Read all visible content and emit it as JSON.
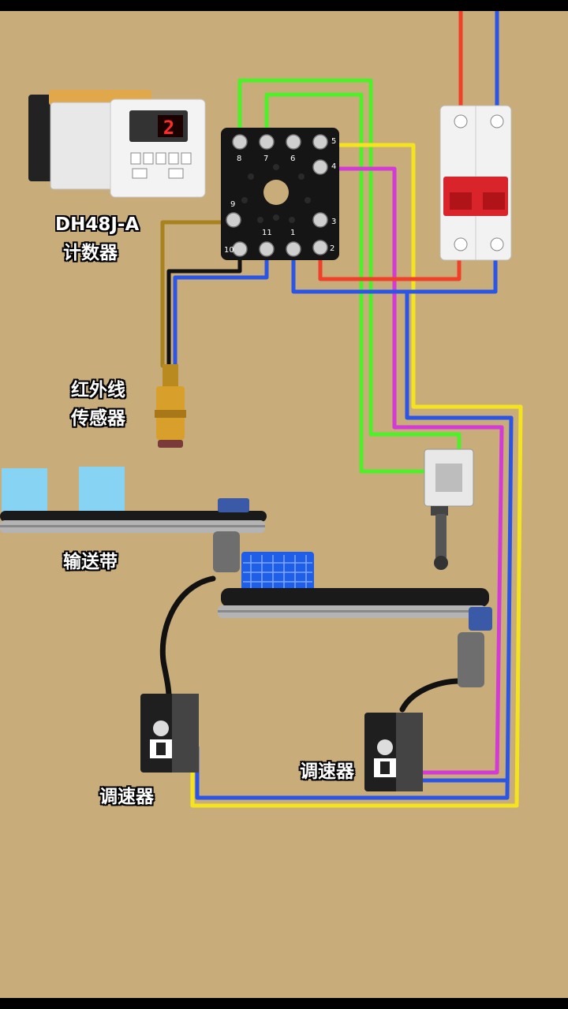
{
  "labels": {
    "counter_model": "DH48J-A",
    "counter_name": "计数器",
    "sensor_line1": "红外线",
    "sensor_line2": "传感器",
    "conveyor": "输送带",
    "speed_ctrl_right": "调速器",
    "speed_ctrl_left": "调速器"
  },
  "counter_display": "2",
  "socket_pins": [
    "1",
    "2",
    "3",
    "4",
    "5",
    "6",
    "7",
    "8",
    "9",
    "10",
    "11"
  ],
  "wire_colors": {
    "red": "#f0402a",
    "blue": "#2a55e6",
    "yellow": "#f4e420",
    "magenta": "#d43ad6",
    "green": "#4ef02a",
    "brown": "#a8821e",
    "black": "#111111"
  },
  "background_color": "#c8ac7a",
  "box_color": "#86d3f4"
}
